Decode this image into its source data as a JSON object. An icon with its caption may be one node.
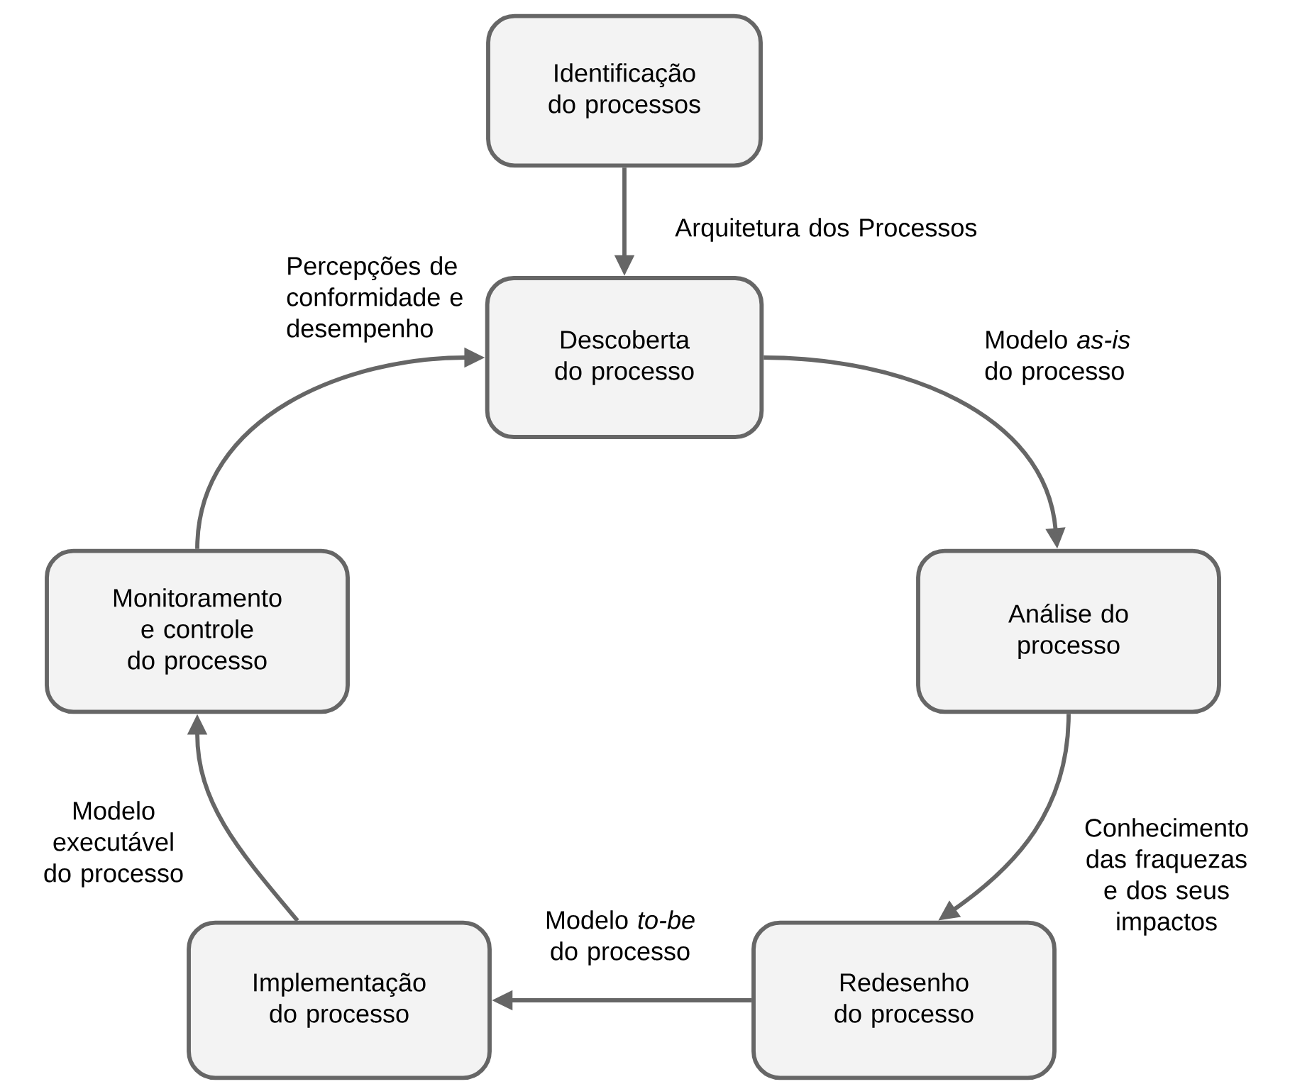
{
  "diagram": {
    "nodes": [
      {
        "text": [
          "Identificação do processos"
        ]
      },
      {
        "text": [
          "Descoberta do processo"
        ]
      },
      {
        "text": [
          "Análise do processo"
        ]
      },
      {
        "text": [
          "Redesenho do processo"
        ]
      },
      {
        "text": [
          "Implementação do processo"
        ]
      },
      {
        "text": [
          "Monitoramento e controle do processo"
        ]
      }
    ],
    "edges": [
      {
        "from": 0,
        "to": 1,
        "arrow": "to",
        "label": "Arquitetura dos Processos"
      },
      {
        "from": 1,
        "to": 2,
        "arrow": "to",
        "label": "Modelo *as-is* do processo"
      },
      {
        "from": 2,
        "to": 3,
        "arrow": "to",
        "label": "Conhecimento das fraquezas e dos seus impactos"
      },
      {
        "from": 3,
        "to": 4,
        "arrow": "to",
        "label": "Modelo *to-be* do processo"
      },
      {
        "from": 4,
        "to": 5,
        "arrow": "to",
        "label": "Modelo executável do processo"
      },
      {
        "from": 5,
        "to": 1,
        "arrow": "to",
        "label": "Percepções de conformidade e desempenho"
      }
    ]
  }
}
